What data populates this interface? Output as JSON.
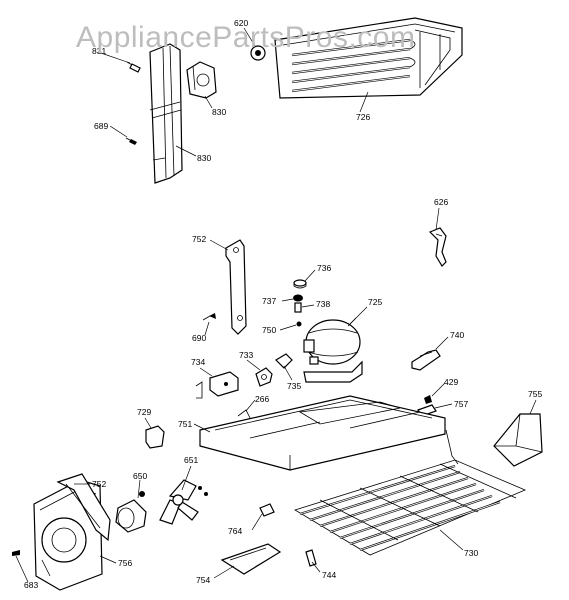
{
  "watermark": "AppliancePartsPros.com",
  "parts": {
    "p831": "831",
    "p620": "620",
    "p689": "689",
    "p830a": "830",
    "p830b": "830",
    "p726": "726",
    "p626": "626",
    "p752": "752",
    "p736": "736",
    "p737": "737",
    "p738": "738",
    "p725": "725",
    "p690": "690",
    "p750": "750",
    "p740": "740",
    "p734": "734",
    "p733": "733",
    "p735": "735",
    "p429": "429",
    "p755": "755",
    "p729": "729",
    "p266": "266",
    "p757": "757",
    "p751": "751",
    "p651": "651",
    "p650": "650",
    "p752b": "752",
    "p764": "764",
    "p730": "730",
    "p756": "756",
    "p683": "683",
    "p754": "754",
    "p744": "744"
  }
}
